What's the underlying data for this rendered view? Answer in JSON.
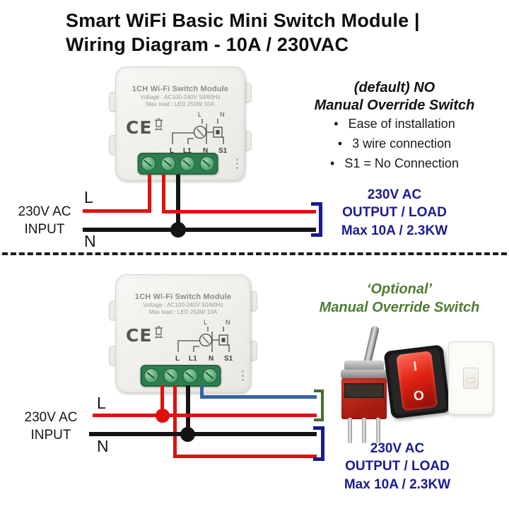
{
  "title": {
    "line1": "Smart WiFi Basic Mini Switch Module |",
    "line2": "Wiring Diagram - 10A / 230VAC"
  },
  "module": {
    "name": "1CH Wi-Fi Switch Module",
    "voltage": "Voltage : AC100-240V 50/60Hz",
    "max_load": "Max load : LED 250W 10A",
    "ce_mark": "CE",
    "schematic_top_left": "L",
    "schematic_top_right": "N",
    "terminals": [
      "L",
      "L1",
      "N",
      "S1"
    ]
  },
  "top_section": {
    "heading_line1": "(default) NO",
    "heading_line2": "Manual Override Switch",
    "bullets": [
      "Ease of installation",
      "3 wire connection",
      "S1 = No Connection"
    ],
    "input_line1": "230V AC",
    "input_line2": "INPUT",
    "live_label": "L",
    "neutral_label": "N",
    "output_line1": "230V AC",
    "output_line2": "OUTPUT / LOAD",
    "output_line3": "Max 10A / 2.3KW"
  },
  "bottom_section": {
    "heading_line1": "‘Optional’",
    "heading_line2": "Manual Override Switch",
    "input_line1": "230V AC",
    "input_line2": "INPUT",
    "live_label": "L",
    "neutral_label": "N",
    "output_line1": "230V AC",
    "output_line2": "OUTPUT / LOAD",
    "output_line3": "Max 10A / 2.3KW",
    "rocker_on": "I",
    "rocker_off": "O"
  },
  "colors": {
    "live_wire": "#e01010",
    "neutral_wire": "#141414",
    "s1_wire": "#3465a4",
    "output_text": "#1b1b91",
    "optional_heading": "#4e7d33",
    "switch_bracket": "#4a6b33",
    "terminal_block": "#2e7d4f"
  }
}
